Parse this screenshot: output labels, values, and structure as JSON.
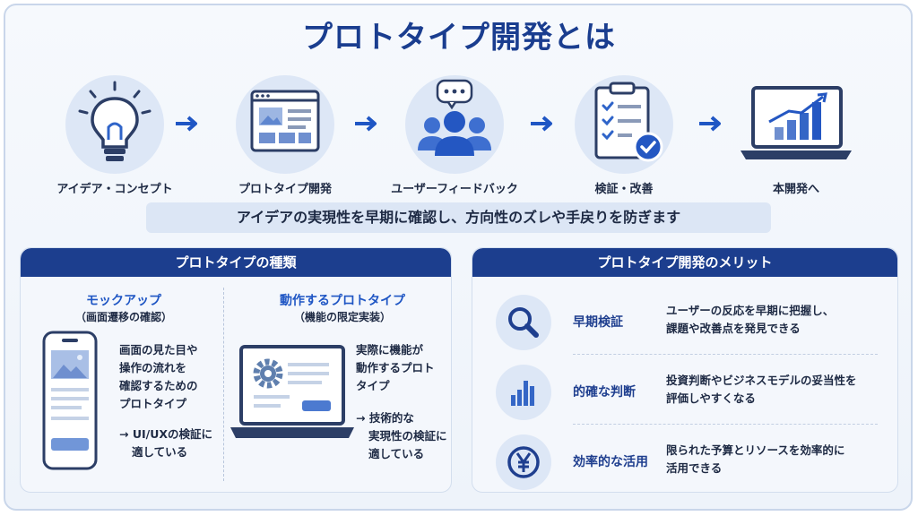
{
  "title": "プロトタイプ開発とは",
  "process": {
    "steps": [
      {
        "label": "アイデア・コンセプト",
        "icon": "lightbulb-icon"
      },
      {
        "label": "プロトタイプ開発",
        "icon": "wireframe-window-icon"
      },
      {
        "label": "ユーザーフィードバック",
        "icon": "users-feedback-icon"
      },
      {
        "label": "検証・改善",
        "icon": "checklist-clipboard-icon"
      },
      {
        "label": "本開発へ",
        "icon": "laptop-growth-chart-icon"
      }
    ]
  },
  "subtitle": "アイデアの実現性を早期に確認し、方向性のズレや手戻りを防ぎます",
  "types_panel": {
    "header": "プロトタイプの種類",
    "mockup": {
      "title": "モックアップ",
      "subtitle": "（画面遷移の確認）",
      "desc": [
        "画面の見た目や",
        "操作の流れを",
        "確認するための",
        "プロトタイプ"
      ],
      "note": [
        "→ UI/UXの検証に",
        "適している"
      ]
    },
    "working": {
      "title": "動作するプロトタイプ",
      "subtitle": "（機能の限定実装）",
      "desc": [
        "実際に機能が",
        "動作するプロト",
        "タイプ"
      ],
      "note": [
        "→ 技術的な",
        "実現性の検証に",
        "適している"
      ]
    }
  },
  "merits_panel": {
    "header": "プロトタイプ開発のメリット",
    "items": [
      {
        "name": "早期検証",
        "icon": "magnifier-icon",
        "desc": [
          "ユーザーの反応を早期に把握し、",
          "課題や改善点を発見できる"
        ]
      },
      {
        "name": "的確な判断",
        "icon": "bar-chart-icon",
        "desc": [
          "投資判断やビジネスモデルの妥当性を",
          "評価しやすくなる"
        ]
      },
      {
        "name": "効率的な活用",
        "icon": "yen-coin-icon",
        "desc": [
          "限られた予算とリソースを効率的に",
          "活用できる"
        ]
      }
    ]
  },
  "colors": {
    "primary": "#1c3e8e",
    "accent": "#2f64c9",
    "light": "#dde7f6"
  }
}
